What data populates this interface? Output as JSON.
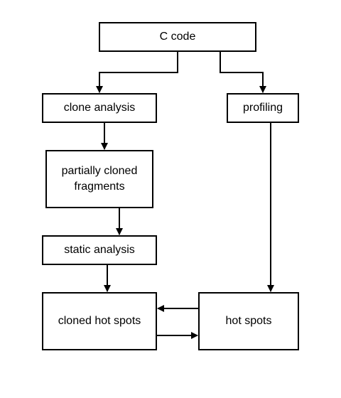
{
  "diagram": {
    "nodes": {
      "c_code": "C code",
      "clone_analysis": "clone analysis",
      "profiling": "profiling",
      "partially_cloned_fragments": "partially cloned\nfragments",
      "static_analysis": "static analysis",
      "cloned_hot_spots": "cloned hot spots",
      "hot_spots": "hot spots"
    },
    "edges": [
      {
        "from": "C code",
        "to": "clone analysis"
      },
      {
        "from": "C code",
        "to": "profiling"
      },
      {
        "from": "clone analysis",
        "to": "partially cloned fragments"
      },
      {
        "from": "partially cloned fragments",
        "to": "static analysis"
      },
      {
        "from": "static analysis",
        "to": "cloned hot spots"
      },
      {
        "from": "profiling",
        "to": "hot spots"
      },
      {
        "from": "hot spots",
        "to": "cloned hot spots"
      },
      {
        "from": "cloned hot spots",
        "to": "hot spots"
      }
    ],
    "colors": {
      "stroke": "#000000",
      "fill": "#ffffff",
      "text": "#000000"
    }
  }
}
